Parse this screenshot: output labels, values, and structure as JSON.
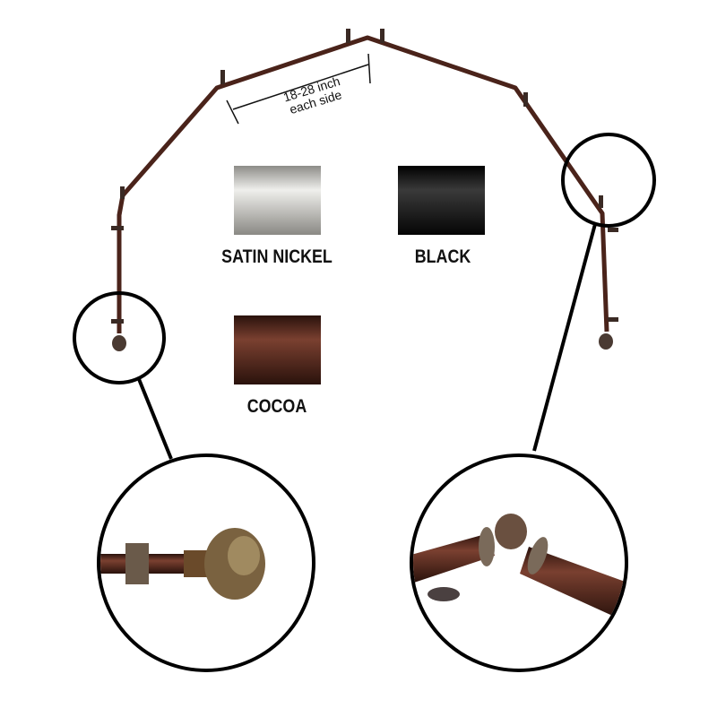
{
  "dimension_label": {
    "line1": "18-28 inch",
    "line2": "each side"
  },
  "finishes": [
    {
      "name": "SATIN NICKEL",
      "color": "#c9c7c0"
    },
    {
      "name": "BLACK",
      "color": "#111111"
    },
    {
      "name": "COCOA",
      "color": "#4a2418"
    }
  ],
  "rod_color": "#4a231a"
}
